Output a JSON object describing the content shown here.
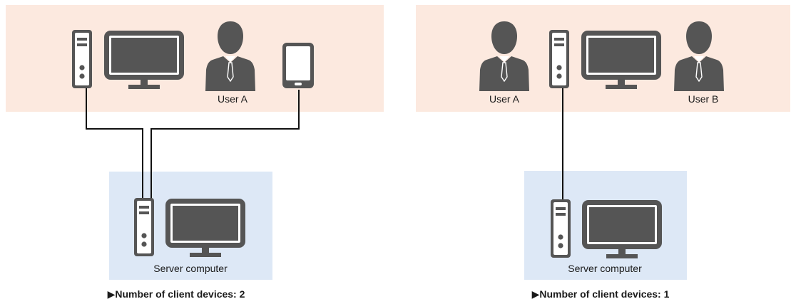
{
  "colors": {
    "user_area": "#fce9df",
    "server_area": "#dde8f6",
    "device_fill": "#555555",
    "device_stroke": "#555555",
    "connector": "#111111",
    "text": "#1a1a1a"
  },
  "icons": {
    "tower": "computer-tower-icon",
    "monitor": "monitor-icon",
    "user": "user-silhouette-icon",
    "tablet": "tablet-icon"
  },
  "left": {
    "user_label": "User A",
    "server_label": "Server computer",
    "caption": "▶Number of client devices: 2"
  },
  "right": {
    "user_a_label": "User A",
    "user_b_label": "User B",
    "server_label": "Server computer",
    "caption": "▶Number of client devices: 1"
  }
}
